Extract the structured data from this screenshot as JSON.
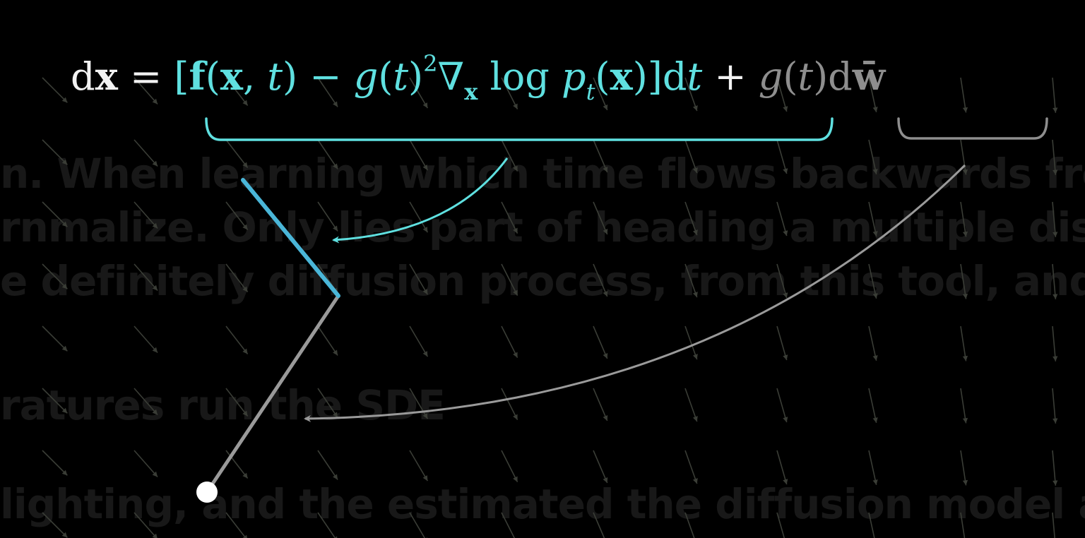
{
  "equation": {
    "lhs": "dx",
    "equals": "=",
    "drift": {
      "open": "[",
      "f": "f",
      "args": "(x, t)",
      "minus": "−",
      "g": "g(t)",
      "sq": "2",
      "nabla": "∇",
      "nabla_sub": "x",
      "log": "log",
      "p": "p",
      "p_sub": "t",
      "px": "(x)",
      "close": "]",
      "dt": "dt"
    },
    "plus": "+",
    "diffusion": {
      "g": "g(t)",
      "d": "d",
      "w": "w̄"
    }
  },
  "background_text": [
    "n. When learning which time flows backwards from",
    "rnmalize. Only lies part of heading a multiple distribution.",
    "e definitely diffusion process, from this tool, and simul",
    "ratures run the SDE",
    "lighting, and the estimated the diffusion model as I"
  ],
  "colors": {
    "drift": "#5fe0e0",
    "diffusion": "#8e8e8e",
    "drift_arrow": "#5fe0e0",
    "drift_step": "#4ab6d8",
    "noise_step": "#9a9a9a",
    "start_point": "#ffffff",
    "field_arrows": "#3a3d36",
    "background": "#000000"
  }
}
